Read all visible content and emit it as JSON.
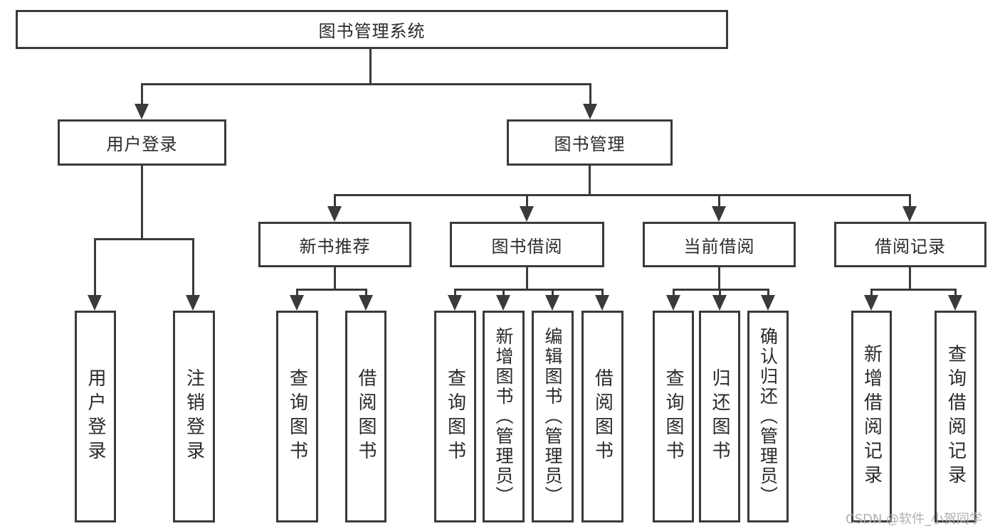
{
  "diagram": {
    "root": "图书管理系统",
    "level2": [
      "用户登录",
      "图书管理"
    ],
    "level3": [
      "新书推荐",
      "图书借阅",
      "当前借阅",
      "借阅记录"
    ],
    "leaves": [
      "用户登录",
      "注销登录",
      "查询图书",
      "借阅图书",
      "查询图书",
      "新增图书（管理员）",
      "编辑图书（管理员）",
      "借阅图书",
      "查询图书",
      "归还图书",
      "确认归还（管理员）",
      "新增借阅记录",
      "查询借阅记录"
    ],
    "hierarchy": {
      "图书管理系统": {
        "用户登录": [
          "用户登录",
          "注销登录"
        ],
        "图书管理": {
          "新书推荐": [
            "查询图书",
            "借阅图书"
          ],
          "图书借阅": [
            "查询图书",
            "新增图书（管理员）",
            "编辑图书（管理员）",
            "借阅图书"
          ],
          "当前借阅": [
            "查询图书",
            "归还图书",
            "确认归还（管理员）"
          ],
          "借阅记录": [
            "新增借阅记录",
            "查询借阅记录"
          ]
        }
      }
    }
  },
  "watermark": "CSDN @软件_小贺同学",
  "colors": {
    "line": "#3a3a3a",
    "text": "#2a2a2a",
    "watermark": "#b0b0b0",
    "background": "#ffffff"
  }
}
